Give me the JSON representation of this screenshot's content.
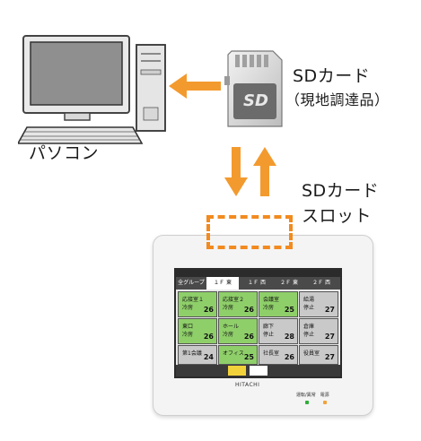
{
  "labels": {
    "pc": "パソコン",
    "sd_title": "SDカード",
    "sd_sub": "（現地調達品）",
    "slot_line1": "SDカード",
    "slot_line2": "スロット",
    "sd_card_text": "SD",
    "brand": "HITACHI",
    "led_labels": "運転/異常　電源"
  },
  "screen": {
    "tabs": [
      "全グループ",
      "１Ｆ 東",
      "１Ｆ 西",
      "２Ｆ 東",
      "２Ｆ 西"
    ],
    "rows": [
      [
        {
          "name": "応接室１",
          "state": "冷房",
          "temp": "26",
          "color": "green"
        },
        {
          "name": "応接室２",
          "state": "冷房",
          "temp": "26",
          "color": "green"
        },
        {
          "name": "会議室",
          "state": "冷房",
          "temp": "25",
          "color": "green"
        },
        {
          "name": "給湯",
          "state": "停止",
          "temp": "27",
          "color": "gray"
        }
      ],
      [
        {
          "name": "東口",
          "state": "冷房",
          "temp": "26",
          "color": "green"
        },
        {
          "name": "ホール",
          "state": "冷房",
          "temp": "26",
          "color": "green"
        },
        {
          "name": "廊下",
          "state": "停止",
          "temp": "28",
          "color": "gray"
        },
        {
          "name": "倉庫",
          "state": "停止",
          "temp": "27",
          "color": "gray"
        }
      ],
      [
        {
          "name": "第1会議",
          "state": "冷房",
          "temp": "24",
          "color": "gray"
        },
        {
          "name": "オフィス",
          "state": "冷房",
          "temp": "25",
          "color": "green"
        },
        {
          "name": "社長室",
          "state": "停止",
          "temp": "26",
          "color": "gray"
        },
        {
          "name": "役員室",
          "state": "停止",
          "temp": "27",
          "color": "gray"
        }
      ]
    ]
  },
  "colors": {
    "arrow": "#f39a2e",
    "slot_dash": "#f28a1e",
    "tile_green": "#8fcf6a",
    "tile_gray": "#c9c9c9",
    "screen_bar": "#2b2b2b"
  }
}
